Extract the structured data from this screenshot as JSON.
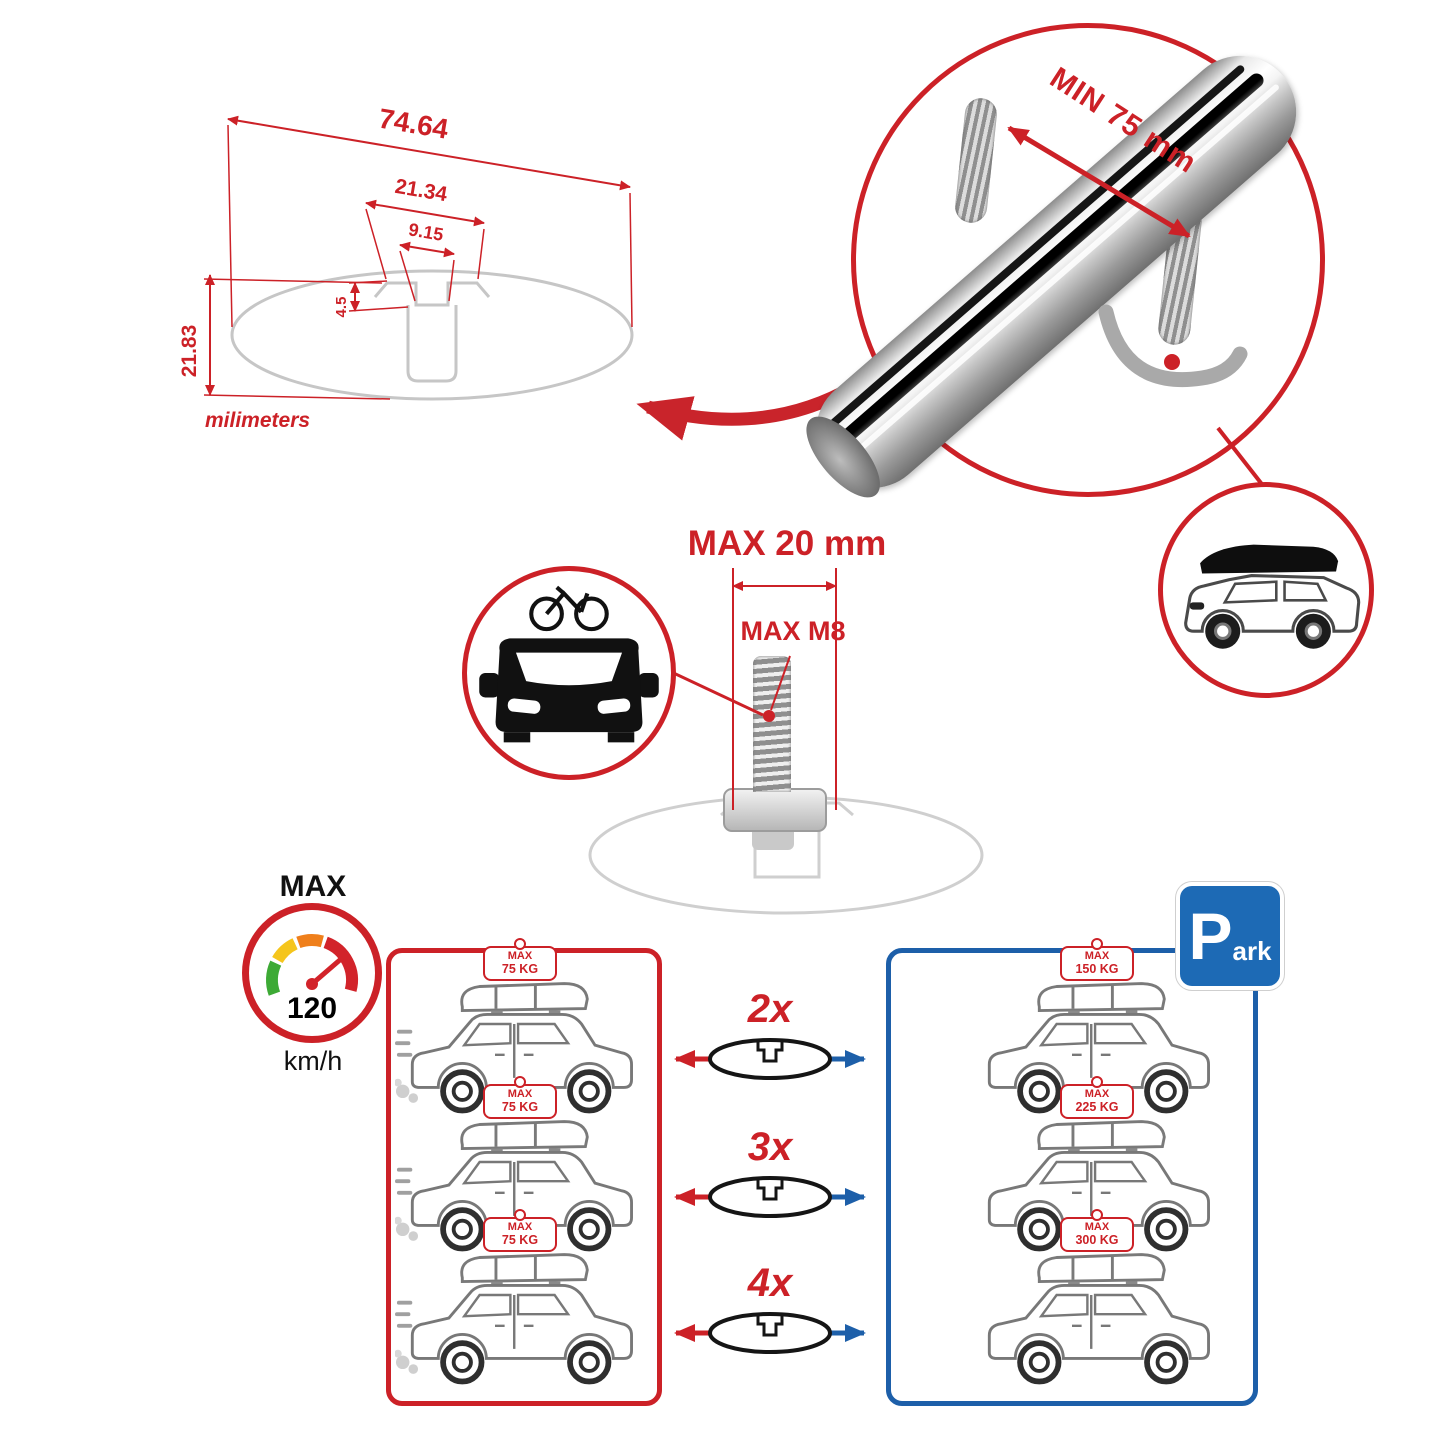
{
  "colors": {
    "red": "#cc2127",
    "blue": "#1d5fa9",
    "gray_outline": "#c6c6c6",
    "black": "#111111"
  },
  "cross_section": {
    "total_width": "74.64",
    "plateau_width": "21.34",
    "slot_width": "9.15",
    "step_height": "4.5",
    "total_height": "21.83",
    "units_label": "milimeters"
  },
  "bar_closeup": {
    "min_span_label": "MIN 75 mm"
  },
  "bolt_spec": {
    "max_length_label": "MAX 20 mm",
    "max_thread_label": "MAX M8"
  },
  "speed_limit": {
    "title": "MAX",
    "value": "120",
    "unit": "km/h"
  },
  "parking_sign": {
    "letter": "P",
    "suffix": "ark"
  },
  "load_rows": [
    {
      "multiplier": "2x",
      "driving_tag": {
        "line1": "MAX",
        "line2": "75 KG"
      },
      "parked_tag": {
        "line1": "MAX",
        "line2": "150 KG"
      }
    },
    {
      "multiplier": "3x",
      "driving_tag": {
        "line1": "MAX",
        "line2": "75 KG"
      },
      "parked_tag": {
        "line1": "MAX",
        "line2": "225 KG"
      }
    },
    {
      "multiplier": "4x",
      "driving_tag": {
        "line1": "MAX",
        "line2": "75 KG"
      },
      "parked_tag": {
        "line1": "MAX",
        "line2": "300 KG"
      }
    }
  ]
}
